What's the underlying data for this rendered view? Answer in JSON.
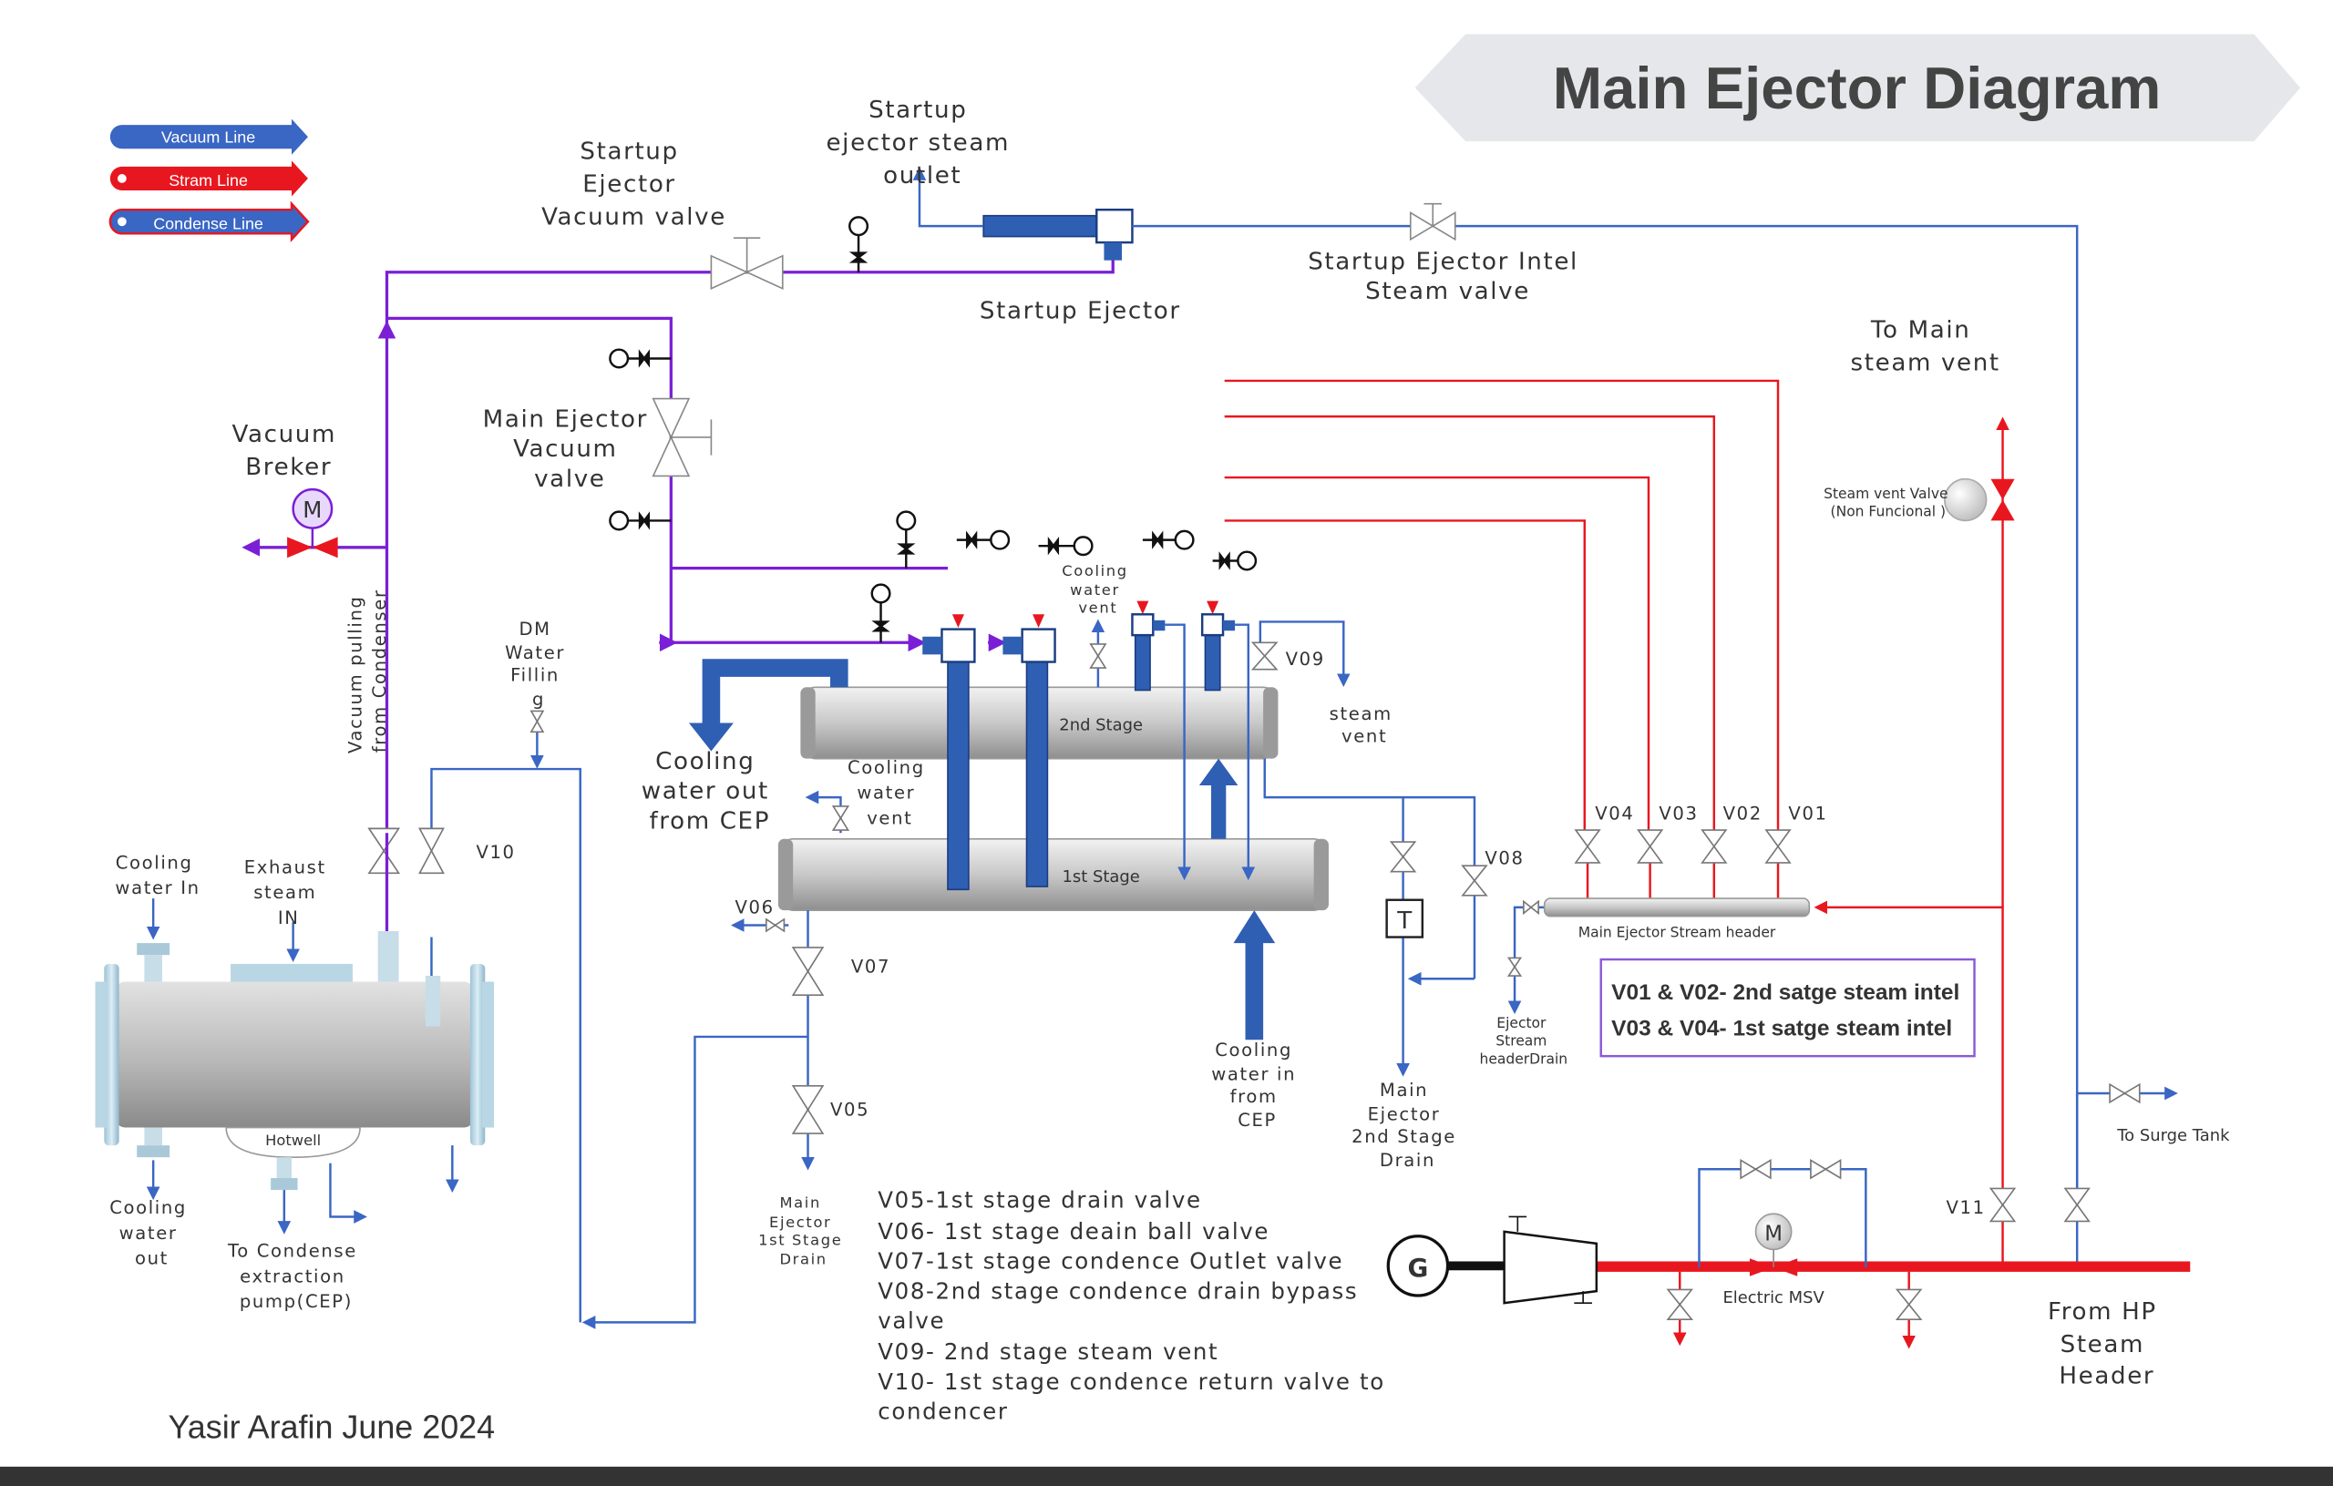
{
  "title": "Main Ejector Diagram",
  "author": "Yasir Arafin June 2024",
  "legend": {
    "vacuum": "Vacuum Line",
    "steam": "Stram Line",
    "condense": "Condense Line",
    "colors": {
      "vacuum": "#3a66c4",
      "steam": "#e8171f",
      "condense": "#3a66c4"
    }
  },
  "labels": {
    "startup_outlet": [
      "Startup",
      "ejector steam",
      "outlet"
    ],
    "startup_vac_valve": [
      "Startup",
      "Ejector",
      "Vacuum valve"
    ],
    "startup_ejector": "Startup Ejector",
    "startup_intel": [
      "Startup Ejector Intel",
      "Steam valve"
    ],
    "to_main_vent": [
      "To Main",
      "steam vent"
    ],
    "vacuum_breaker": [
      "Vacuum",
      "Breker"
    ],
    "main_ej_vac": [
      "Main  Ejector",
      "Vacuum",
      "valve"
    ],
    "steam_vent_valve": [
      "Steam vent Valve",
      "(Non Funcional )"
    ],
    "cooling_vent_top": [
      "Cooling",
      "water",
      "vent"
    ],
    "v09": "V09",
    "steam_vent": [
      "steam",
      "vent"
    ],
    "dm_water": [
      "DM",
      "Water",
      "Fillin",
      "g"
    ],
    "vac_pulling": [
      "Vacuum pulling",
      "from Condenser"
    ],
    "cooling_out_cep": [
      "Cooling",
      "water out",
      "from CEP"
    ],
    "cooling_vent_mid": [
      "Cooling",
      "water",
      "vent"
    ],
    "stage2": "2nd Stage",
    "stage1": "1st Stage",
    "v04": "V04",
    "v03": "V03",
    "v02": "V02",
    "v01": "V01",
    "v10": "V10",
    "v08": "V08",
    "v06": "V06",
    "v07": "V07",
    "v05": "V05",
    "v11": "V11",
    "cooling_in": [
      "Cooling",
      "water In"
    ],
    "exhaust": [
      "Exhaust",
      "steam",
      "IN"
    ],
    "header": "Main Ejector Stream header",
    "ejector_drain": [
      "Ejector",
      "Stream",
      "headerDrain"
    ],
    "hotwell": "Hotwell",
    "cooling_out": [
      "Cooling",
      "water",
      "out"
    ],
    "to_cep": [
      "To Condense",
      "extraction",
      "pump(CEP)"
    ],
    "stage1_drain": [
      "Main",
      "Ejector",
      "1st Stage",
      "Drain"
    ],
    "cooling_in_cep": [
      "Cooling",
      "water in",
      "from",
      "CEP"
    ],
    "stage2_drain": [
      "Main",
      "Ejector",
      "2nd Stage",
      "Drain"
    ],
    "to_surge": "To Surge Tank",
    "electric_msv": "Electric MSV",
    "from_hp": [
      "From HP",
      "Steam",
      "Header"
    ],
    "motor_m": "M",
    "gen_g": "G",
    "trap_t": "T"
  },
  "note_box": [
    "V01 & V02- 2nd satge steam intel",
    "V03 & V04- 1st satge steam intel"
  ],
  "valve_notes": [
    "V05-1st stage drain valve",
    "V06- 1st stage deain ball valve",
    "V07-1st stage condence Outlet valve",
    "V08-2nd stage condence drain bypass",
    "valve",
    "V09- 2nd stage steam vent",
    "V10- 1st stage condence return valve to",
    "condencer"
  ]
}
